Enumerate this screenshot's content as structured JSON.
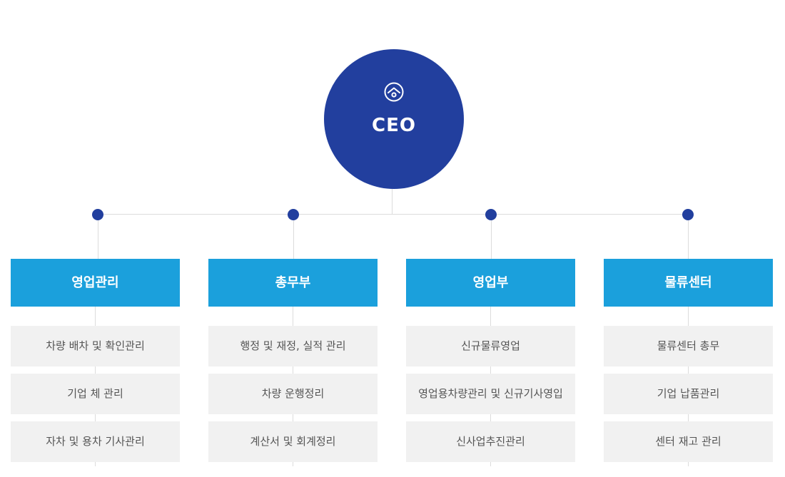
{
  "ceo": {
    "label": "CEO",
    "logo_icon": "company-logo-icon"
  },
  "colors": {
    "ceo_circle": "#223f9e",
    "node_dot": "#223f9e",
    "department_header": "#1ba0dc",
    "duty_box": "#f1f1f1",
    "connector_line": "#dcdcdc"
  },
  "departments": [
    {
      "name": "영업관리",
      "duties": [
        "차량 배차 및 확인관리",
        "기업 체 관리",
        "자차 및 용차 기사관리"
      ]
    },
    {
      "name": "총무부",
      "duties": [
        "행정 및 재정, 실적 관리",
        "차량 운행정리",
        "계산서 및 회계정리"
      ]
    },
    {
      "name": "영업부",
      "duties": [
        "신규물류영업",
        "영업용차량관리 및 신규기사영입",
        "신사업추진관리"
      ]
    },
    {
      "name": "물류센터",
      "duties": [
        "물류센터 총무",
        "기업 납품관리",
        "센터 재고 관리"
      ]
    }
  ]
}
